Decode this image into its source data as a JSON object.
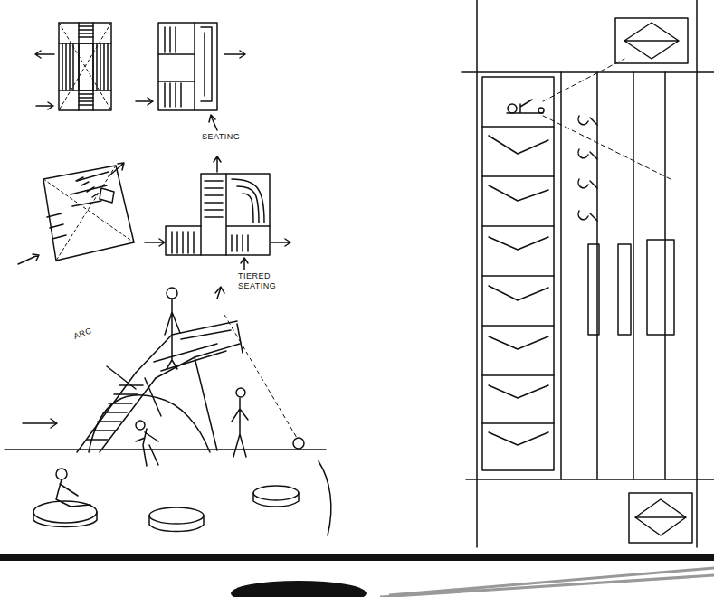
{
  "diagram": {
    "labels": [
      "SEATING",
      "TIERED SEATING",
      "ARC"
    ]
  }
}
